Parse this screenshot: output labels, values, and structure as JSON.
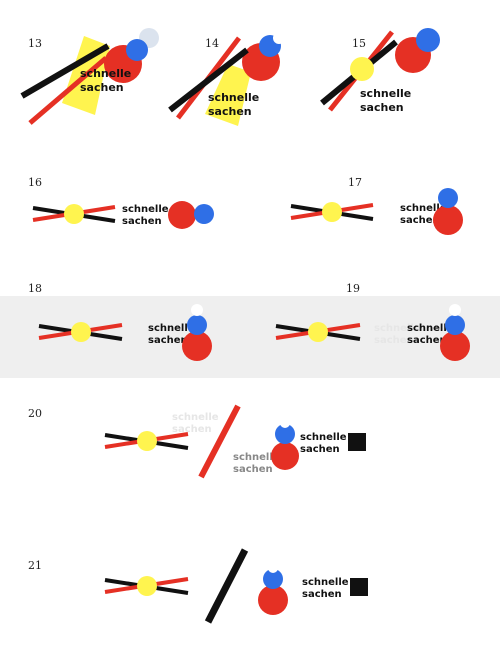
{
  "colors": {
    "background": "#ffffff",
    "band": "#efefef",
    "red": "#e53024",
    "blue": "#2f6fe6",
    "yellow": "#fff44f",
    "pale_blue": "#dbe3ee",
    "black": "#111111",
    "text": "#111111",
    "ghost_text": "#e6e6e6",
    "gray_text": "#888888"
  },
  "wordmark": {
    "line1": "schnelle",
    "line2": "sachen"
  },
  "studies": [
    {
      "number": "13"
    },
    {
      "number": "14"
    },
    {
      "number": "15"
    },
    {
      "number": "16"
    },
    {
      "number": "17"
    },
    {
      "number": "18"
    },
    {
      "number": "19"
    },
    {
      "number": "20"
    },
    {
      "number": "21"
    }
  ]
}
